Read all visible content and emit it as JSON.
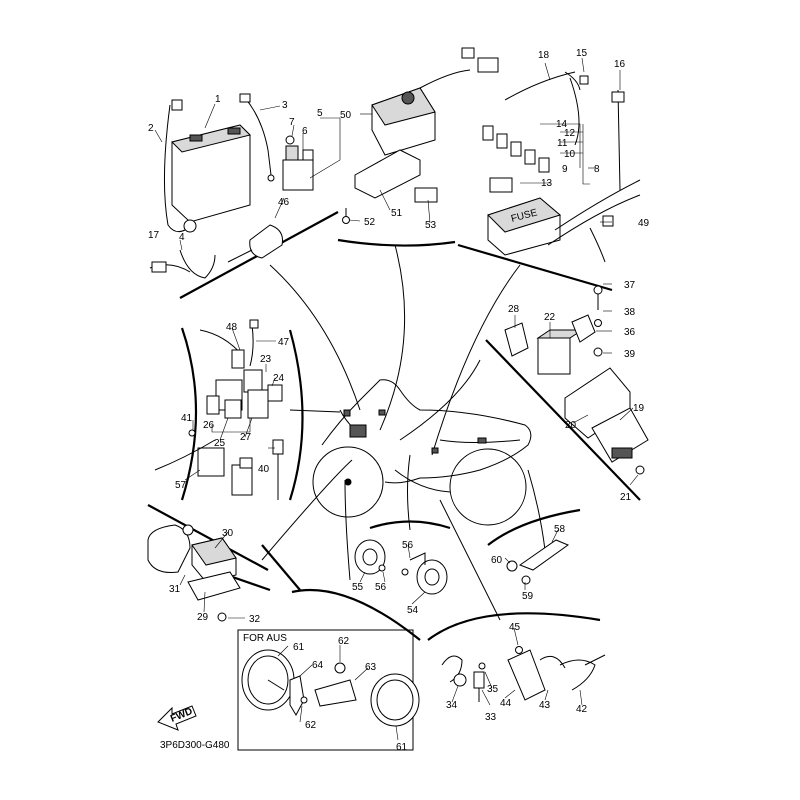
{
  "diagram": {
    "code": "3P6D300-G480",
    "region_box_title": "FOR AUS",
    "fwd_arrow_label": "FWD",
    "fuse_box_text": "FUSE",
    "part_numbers": [
      "1",
      "2",
      "3",
      "4",
      "5",
      "6",
      "7",
      "8",
      "9",
      "10",
      "11",
      "12",
      "13",
      "14",
      "15",
      "16",
      "17",
      "18",
      "19",
      "20",
      "21",
      "22",
      "23",
      "24",
      "25",
      "26",
      "27",
      "28",
      "29",
      "30",
      "31",
      "32",
      "33",
      "34",
      "35",
      "36",
      "37",
      "38",
      "39",
      "40",
      "41",
      "42",
      "43",
      "44",
      "45",
      "46",
      "47",
      "48",
      "49",
      "50",
      "51",
      "52",
      "53",
      "54",
      "55",
      "56",
      "57",
      "58",
      "59",
      "60",
      "61",
      "62",
      "63",
      "64"
    ]
  }
}
